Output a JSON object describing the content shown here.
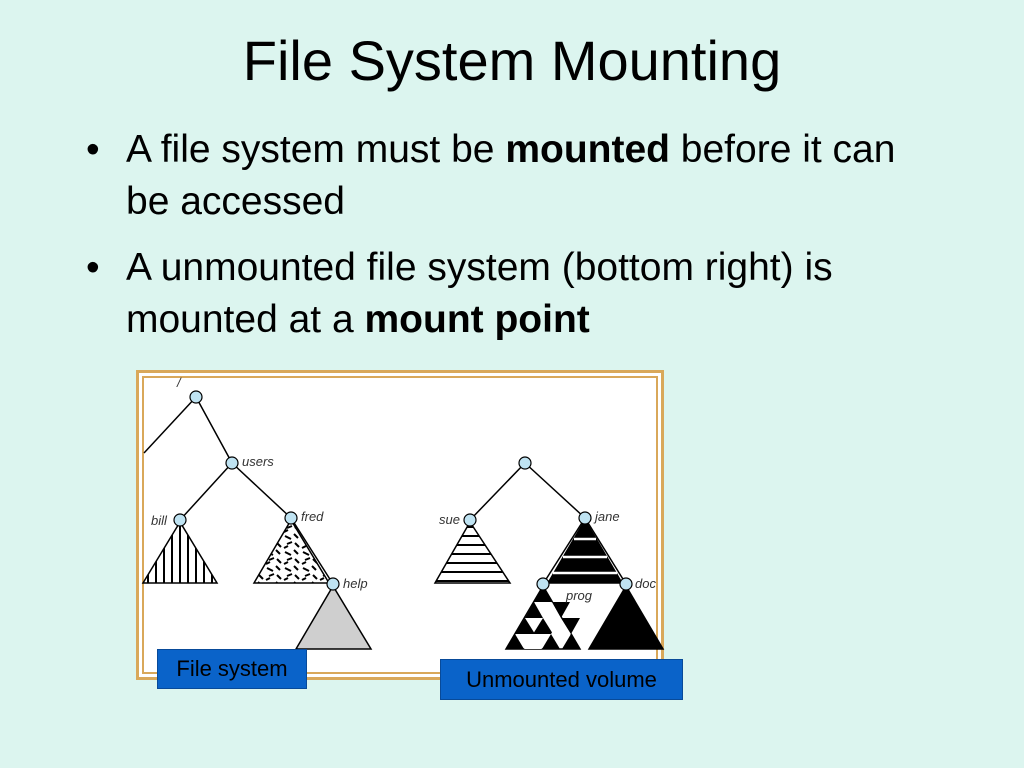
{
  "slide": {
    "title": "File System Mounting",
    "bullets": [
      {
        "pre": "A file system must be ",
        "bold": "mounted",
        "post": " before it can be accessed"
      },
      {
        "pre": "A unmounted file system (bottom right) is mounted at a ",
        "bold": "mount point",
        "post": ""
      }
    ]
  },
  "diagram": {
    "labels": {
      "root": "/",
      "users": "users",
      "bill": "bill",
      "fred": "fred",
      "help": "help",
      "sue": "sue",
      "jane": "jane",
      "prog": "prog",
      "doc": "doc"
    },
    "captions": {
      "file_system": "File system",
      "unmounted_volume": "Unmounted volume"
    }
  }
}
